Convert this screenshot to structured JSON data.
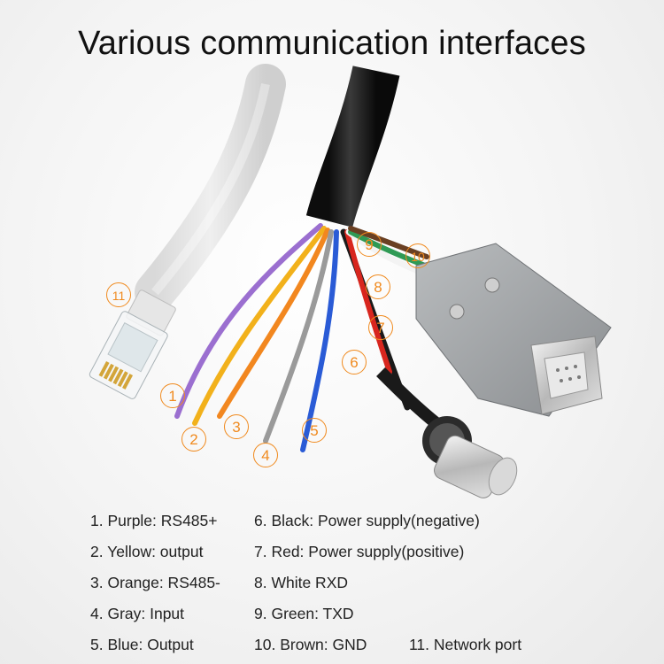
{
  "title": "Various communication interfaces",
  "callouts": [
    "1",
    "2",
    "3",
    "4",
    "5",
    "6",
    "7",
    "8",
    "9",
    "10",
    "11"
  ],
  "legend": [
    "1. Purple: RS485+",
    "2. Yellow: output",
    "3. Orange: RS485-",
    "4. Gray: Input",
    "5. Blue: Output",
    "6. Black: Power supply(negative)",
    "7. Red: Power supply(positive)",
    "8. White RXD",
    "9. Green: TXD",
    "10. Brown: GND",
    "11. Network port"
  ],
  "colors": {
    "callout": "#f08a1e",
    "wire_purple": "#9b6fd0",
    "wire_yellow": "#f2b11b",
    "wire_orange": "#f2871f",
    "wire_gray": "#9a9a9a",
    "wire_blue": "#2a5bd6",
    "wire_black": "#1a1a1a",
    "wire_red": "#d8261e",
    "wire_white": "#f3f3f3",
    "wire_green": "#2f9a55",
    "wire_brown": "#6a4023"
  },
  "icons": [
    "rj45-connector-icon",
    "db9-connector-icon",
    "panel-mount-connector-icon"
  ]
}
